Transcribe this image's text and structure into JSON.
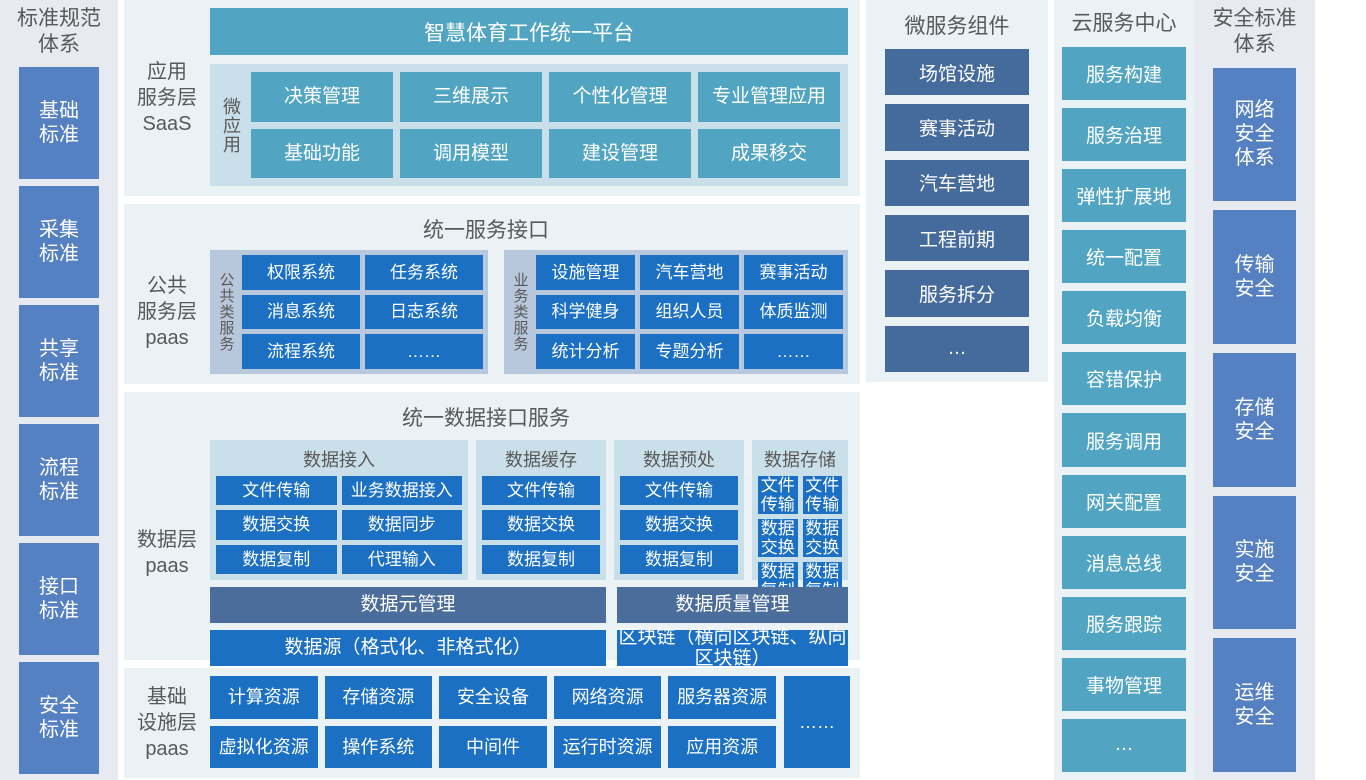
{
  "palette": {
    "bg": "#ffffff",
    "sidebar_bg": "#e8eaf1",
    "panel_light": "#eaf2f6",
    "panel_mid": "#c9dfea",
    "panel_grayblue": "#b8c8dc",
    "teal": "#52a5c2",
    "bright_blue": "#1b70c4",
    "slate_blue": "#456b9c",
    "slate_bar": "#4a6d9c",
    "cornflower": "#5580c2",
    "label_gray": "#595959"
  },
  "standards_column": {
    "header": "标准规范\n体系",
    "header_line1": "标准规范",
    "header_line2": "体系",
    "items": [
      {
        "line1": "基础",
        "line2": "标准"
      },
      {
        "line1": "采集",
        "line2": "标准"
      },
      {
        "line1": "共享",
        "line2": "标准"
      },
      {
        "line1": "流程",
        "line2": "标准"
      },
      {
        "line1": "接口",
        "line2": "标准"
      },
      {
        "line1": "安全",
        "line2": "标准"
      }
    ]
  },
  "application_layer": {
    "label_line1": "应用",
    "label_line2": "服务层",
    "label_line3": "SaaS",
    "platform_title": "智慧体育工作统一平台",
    "group_label": "微应用",
    "apps": [
      "决策管理",
      "三维展示",
      "个性化管理",
      "专业管理应用",
      "基础功能",
      "调用模型",
      "建设管理",
      "成果移交"
    ]
  },
  "public_service_layer": {
    "title": "统一服务接口",
    "label_line1": "公共",
    "label_line2": "服务层",
    "label_line3": "paas",
    "groups": [
      {
        "vertical_label": "公共类服务",
        "items": [
          "权限系统",
          "任务系统",
          "消息系统",
          "日志系统",
          "流程系统",
          "……"
        ]
      },
      {
        "vertical_label": "业务类服务",
        "items": [
          "设施管理",
          "汽车营地",
          "赛事活动",
          "科学健身",
          "组织人员",
          "体质监测",
          "统计分析",
          "专题分析",
          "……"
        ]
      }
    ]
  },
  "data_layer": {
    "title": "统一数据接口服务",
    "label_line1": "数据层",
    "label_line2": "paas",
    "groups": [
      {
        "title": "数据接入",
        "items": [
          "文件传输",
          "业务数据接入",
          "数据交换",
          "数据同步",
          "数据复制",
          "代理输入"
        ],
        "cols": 2
      },
      {
        "title": "数据缓存",
        "items": [
          "文件传输",
          "数据交换",
          "数据复制"
        ],
        "cols": 1
      },
      {
        "title": "数据预处",
        "items": [
          "文件传输",
          "数据交换",
          "数据复制"
        ],
        "cols": 1
      },
      {
        "title": "数据存储",
        "items": [
          "文件传输",
          "文件传输",
          "数据交换",
          "数据交换",
          "数据复制",
          "数据复制"
        ],
        "cols": 2
      }
    ],
    "mgmt_bars": [
      "数据元管理",
      "数据质量管理"
    ],
    "source_bars": [
      "数据源（格式化、非格式化）",
      "区块链（横向区块链、纵向区块链）"
    ]
  },
  "infrastructure_layer": {
    "label_line1": "基础",
    "label_line2": "设施层",
    "label_line3": "paas",
    "items": [
      "计算资源",
      "存储资源",
      "安全设备",
      "网络资源",
      "服务器资源",
      "虚拟化资源",
      "操作系统",
      "中间件",
      "运行时资源",
      "应用资源"
    ],
    "more": "……"
  },
  "microservice_column": {
    "header": "微服务组件",
    "items": [
      "场馆设施",
      "赛事活动",
      "汽车营地",
      "工程前期",
      "服务拆分",
      "…"
    ]
  },
  "cloud_column": {
    "header": "云服务中心",
    "items": [
      "服务构建",
      "服务治理",
      "弹性扩展地",
      "统一配置",
      "负载均衡",
      "容错保护",
      "服务调用",
      "网关配置",
      "消息总线",
      "服务跟踪",
      "事物管理",
      "…"
    ]
  },
  "security_column": {
    "header_line1": "安全标准",
    "header_line2": "体系",
    "items": [
      {
        "line1": "网络",
        "line2": "安全",
        "line3": "体系"
      },
      {
        "line1": "传输",
        "line2": "安全",
        "line3": ""
      },
      {
        "line1": "存储",
        "line2": "安全",
        "line3": ""
      },
      {
        "line1": "实施",
        "line2": "安全",
        "line3": ""
      },
      {
        "line1": "运维",
        "line2": "安全",
        "line3": ""
      }
    ]
  }
}
